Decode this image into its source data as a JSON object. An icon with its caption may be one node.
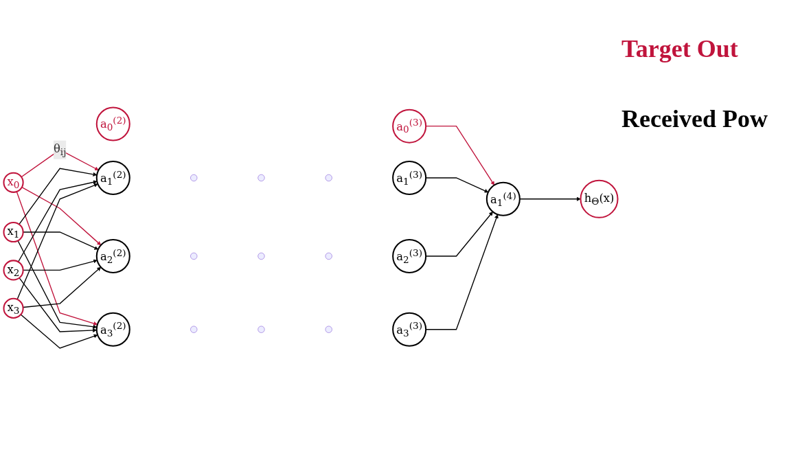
{
  "diagram": {
    "nodes": [
      {
        "text": [
          "x$_{0}$"
        ]
      },
      {
        "text": [
          "a$_{0}$$^{(2)}$"
        ]
      },
      {
        "text": [
          "a$_{0}$$^{(3)}$"
        ]
      },
      {
        "text": [
          "x$_{1}$"
        ]
      },
      {
        "text": [
          "a$_{1}$$^{(2)}$"
        ]
      },
      {
        "text": [
          "a$_{1}$$^{(3)}$"
        ]
      },
      {
        "text": [
          "x$_{2}$"
        ]
      },
      {
        "text": [
          "a$_{2}$$^{(2)}$"
        ]
      },
      {
        "text": [
          "a$_{2}$$^{(3)}$"
        ]
      },
      {
        "text": [
          "a$_{1}$$^{(4)}$"
        ]
      },
      {
        "text": [
          "h$_{Θ}$(x)"
        ]
      },
      {
        "text": [
          "x$_{3}$"
        ]
      },
      {
        "text": [
          "a$_{3}$$^{(2)}$"
        ]
      },
      {
        "text": [
          "a$_{3}$$^{(3)}$"
        ]
      },
      {
        "text": [],
        "shape": "circle"
      },
      {
        "text": [],
        "shape": "circle"
      },
      {
        "text": [],
        "shape": "circle"
      },
      {
        "text": [],
        "shape": "circle"
      },
      {
        "text": [],
        "shape": "circle"
      },
      {
        "text": [],
        "shape": "circle"
      },
      {
        "text": [],
        "shape": "circle"
      },
      {
        "text": [],
        "shape": "circle"
      },
      {
        "text": [],
        "shape": "circle"
      }
    ],
    "edges": [
      {
        "from": 0,
        "to": 4,
        "arrow": "to",
        "label": "θ$_{ij}$",
        "color": "#c0143c"
      },
      {
        "from": 0,
        "to": 7,
        "arrow": "to",
        "color": "#c0143c"
      },
      {
        "from": 0,
        "to": 12,
        "arrow": "to",
        "color": "#c0143c"
      },
      {
        "from": 3,
        "to": 4,
        "arrow": "to"
      },
      {
        "from": 3,
        "to": 7,
        "arrow": "to"
      },
      {
        "from": 3,
        "to": 12,
        "arrow": "to"
      },
      {
        "from": 6,
        "to": 4,
        "arrow": "to"
      },
      {
        "from": 6,
        "to": 7,
        "arrow": "to"
      },
      {
        "from": 6,
        "to": 12,
        "arrow": "to"
      },
      {
        "from": 11,
        "to": 4,
        "arrow": "to"
      },
      {
        "from": 11,
        "to": 7,
        "arrow": "to"
      },
      {
        "from": 11,
        "to": 12,
        "arrow": "to"
      },
      {
        "from": 2,
        "to": 9,
        "arrow": "to",
        "color": "#c0143c"
      },
      {
        "from": 5,
        "to": 9,
        "arrow": "to"
      },
      {
        "from": 8,
        "to": 9,
        "arrow": "to"
      },
      {
        "from": 13,
        "to": 9,
        "arrow": "to"
      },
      {
        "from": 9,
        "to": 10,
        "arrow": "to"
      }
    ],
    "labels": [
      "Target Out",
      "Received Pow"
    ]
  }
}
